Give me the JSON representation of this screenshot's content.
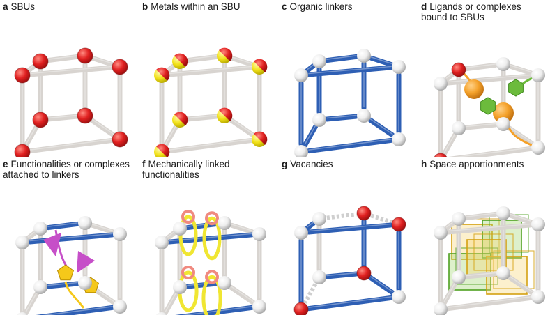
{
  "panels": [
    {
      "letter": "a",
      "lines": [
        "SBUs"
      ]
    },
    {
      "letter": "b",
      "lines": [
        "Metals within an SBU"
      ]
    },
    {
      "letter": "c",
      "lines": [
        "Organic linkers"
      ]
    },
    {
      "letter": "d",
      "lines": [
        "Ligands or complexes",
        "bound to SBUs"
      ]
    },
    {
      "letter": "e",
      "lines": [
        "Functionalities or complexes",
        "attached to linkers"
      ]
    },
    {
      "letter": "f",
      "lines": [
        "Mechanically linked",
        "functionalities"
      ]
    },
    {
      "letter": "g",
      "lines": [
        "Vacancies"
      ]
    },
    {
      "letter": "h",
      "lines": [
        "Space apportionments"
      ]
    }
  ],
  "colors": {
    "sbu_red": "#e02020",
    "metal_yellow": "#f2e21a",
    "linker_blue": "#2e5fb4",
    "strut_grey": "#d8d4d0",
    "node_white": "#eeeeee",
    "ligand_orange": "#f4a12a",
    "ligand_green": "#6cbb3c",
    "functional_magenta": "#c64fc8",
    "functional_yellow": "#f5c81a",
    "ring_pink": "#f08a80",
    "ring_yellow": "#f0e632",
    "space_yellow": "#f5d470",
    "space_green": "#9fd46a"
  }
}
